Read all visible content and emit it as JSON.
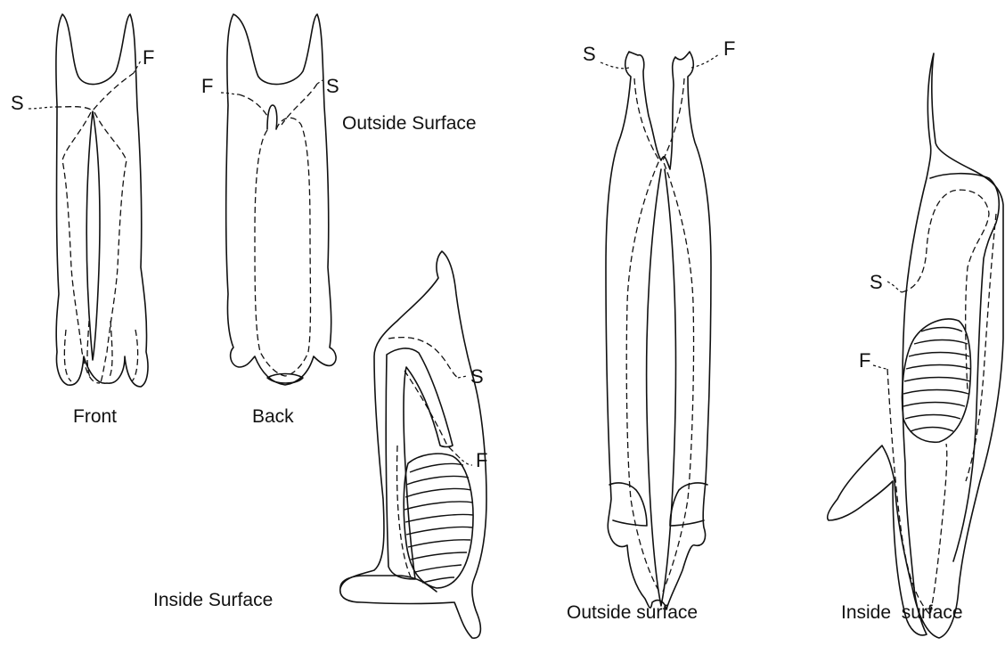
{
  "labels": {
    "s": "S",
    "f": "F"
  },
  "captions": {
    "front": "Front",
    "back": "Back",
    "outside_surface_1": "Outside Surface",
    "inside_surface_1": "Inside Surface",
    "outside_surface_2": "Outside surface",
    "inside_surface_2": "Inside  surface"
  },
  "colors": {
    "line": "#111111",
    "background": "#ffffff"
  }
}
